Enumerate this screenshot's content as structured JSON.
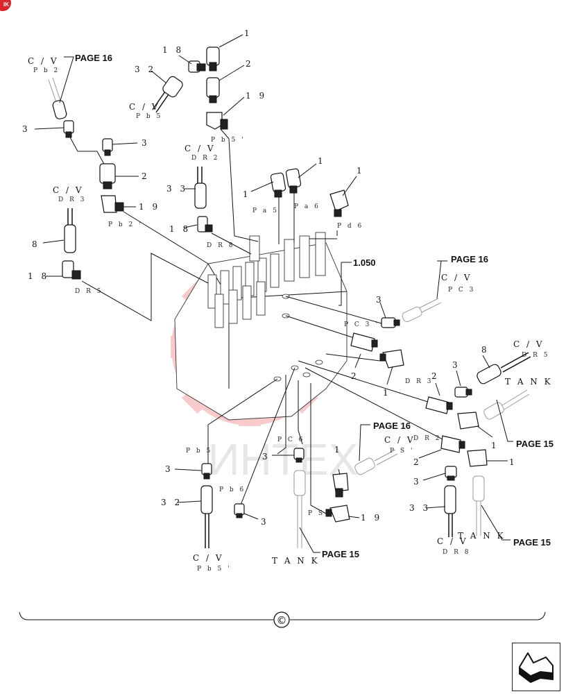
{
  "corner_badge": "IK",
  "watermark": {
    "text": "ИНТЕХ",
    "color": "#f4a0a0"
  },
  "page_refs": {
    "page16_top_left": "PAGE 16",
    "page16_right": "PAGE 16",
    "page16_center": "PAGE 16",
    "page15_right_upper": "PAGE 15",
    "page15_bottom_center": "PAGE 15",
    "page15_bottom_right": "PAGE 15",
    "ref_1050": "1.050"
  },
  "labels": {
    "cv": "C / V",
    "tank": "T A N K",
    "pb2": "P b 2",
    "pb5": "P b 5",
    "pb5p": "P b 5 '",
    "dr2": "D R 2",
    "dr3": "D R 3",
    "dr5": "D R 5",
    "dr8": "D R 8",
    "pb2p": "P b 2 '",
    "pa5": "P a 5",
    "pa6": "P a 6",
    "pd6": "P d 6",
    "pc3": "P C 3",
    "pc3p": "P C 3 '",
    "pc6": "P C 6",
    "pb6": "P b 6",
    "ps": "P S",
    "psp": "P S '"
  },
  "part_numbers": {
    "p1": "1",
    "p2": "2",
    "p3": "3",
    "p8": "8",
    "p18": "1 8",
    "p19": "1 9",
    "p32": "3 2",
    "p33": "3 3"
  },
  "copyright_symbol": "©",
  "nav_icon": "return-arrow-icon"
}
